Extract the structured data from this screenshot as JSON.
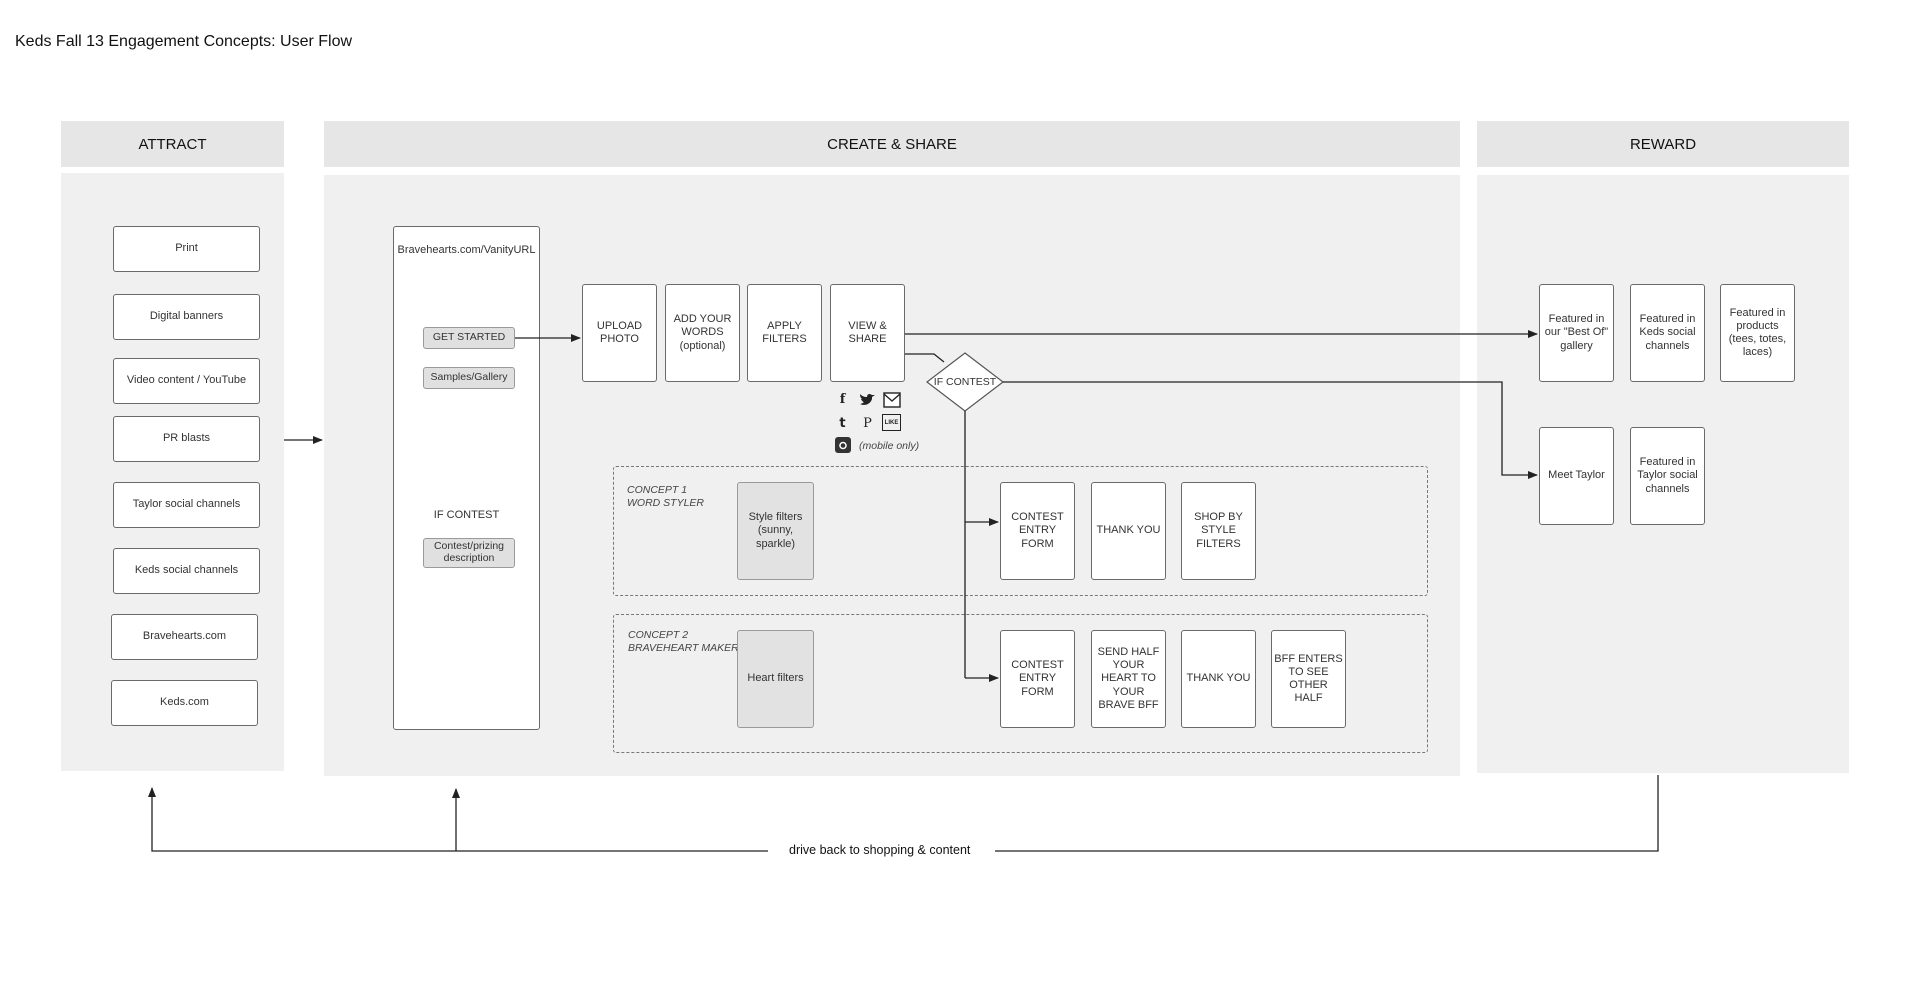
{
  "title": "Keds Fall 13 Engagement Concepts: User Flow",
  "sections": {
    "attract": "ATTRACT",
    "create_share": "CREATE & SHARE",
    "reward": "REWARD"
  },
  "attract_items": [
    "Print",
    "Digital banners",
    "Video content / YouTube",
    "PR blasts",
    "Taylor social channels",
    "Keds social channels",
    "Bravehearts.com",
    "Keds.com"
  ],
  "landing": {
    "url": "Bravehearts.com/VanityURL",
    "get_started": "GET STARTED",
    "samples": "Samples/Gallery",
    "if_contest": "IF CONTEST",
    "contest_desc": "Contest/prizing description"
  },
  "steps": {
    "upload": "UPLOAD PHOTO",
    "add_words": "ADD YOUR WORDS (optional)",
    "apply_filters": "APPLY FILTERS",
    "view_share": "VIEW & SHARE",
    "decision": "IF CONTEST"
  },
  "share_icons": [
    "facebook-icon",
    "twitter-icon",
    "email-icon",
    "tumblr-icon",
    "pinterest-icon",
    "like-icon",
    "instagram-icon"
  ],
  "share_icon_glyphs": {
    "facebook": "f",
    "tumblr": "t",
    "pinterest": "P",
    "like": "LIKE"
  },
  "mobile_only": "(mobile only)",
  "concept1": {
    "label_line1": "CONCEPT 1",
    "label_line2": "WORD STYLER",
    "filter": "Style filters (sunny, sparkle)",
    "entry": "CONTEST ENTRY FORM",
    "thank": "THANK YOU",
    "shop": "SHOP BY STYLE FILTERS"
  },
  "concept2": {
    "label_line1": "CONCEPT 2",
    "label_line2": "BRAVEHEART MAKER",
    "filter": "Heart filters",
    "entry": "CONTEST ENTRY FORM",
    "send": "SEND HALF YOUR HEART TO YOUR BRAVE BFF",
    "thank": "THANK YOU",
    "bff": "BFF ENTERS TO SEE OTHER HALF"
  },
  "rewards": {
    "best_of": "Featured in our \"Best Of\" gallery",
    "keds_social": "Featured in Keds social channels",
    "products": "Featured in products (tees, totes, laces)",
    "meet_taylor": "Meet Taylor",
    "taylor_social": "Featured in Taylor social channels"
  },
  "bottom": "drive back to shopping & content"
}
